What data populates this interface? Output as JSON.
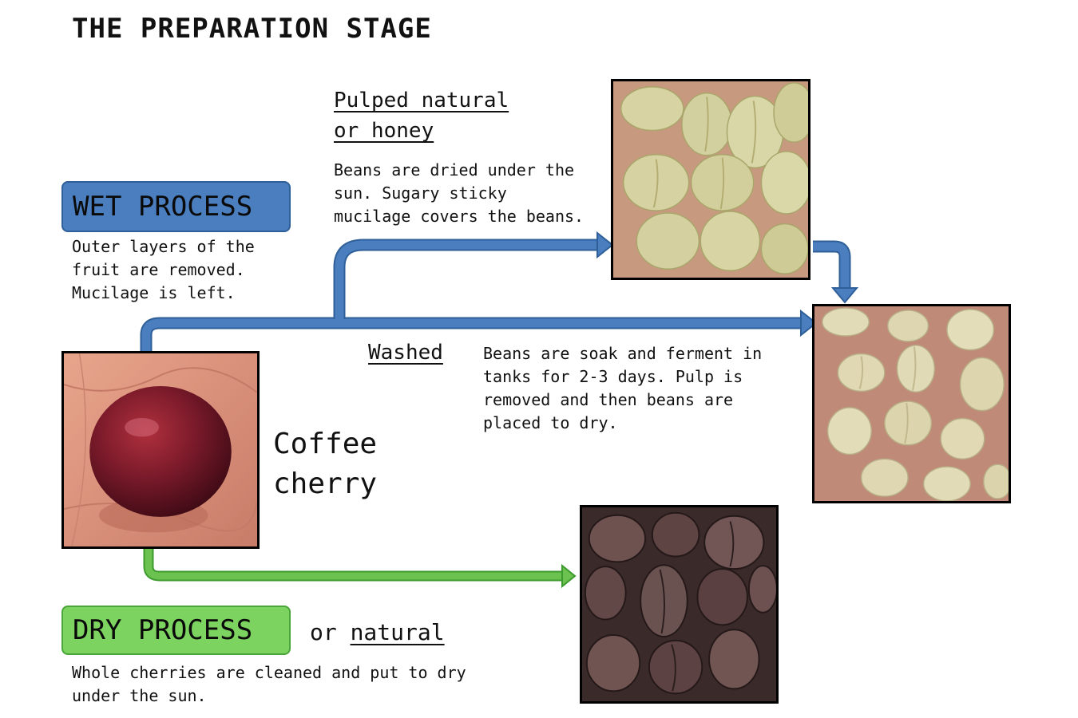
{
  "title": "THE PREPARATION STAGE",
  "wet_process": {
    "label": "WET PROCESS",
    "description": "Outer layers of the\nfruit are removed.\nMucilage is left.",
    "color": "#4a7ebf"
  },
  "dry_process": {
    "label": "DRY PROCESS",
    "or_text": "or",
    "alt_name": "natural",
    "description": "Whole cherries are cleaned and put to dry\nunder the sun.",
    "color": "#7dd35f"
  },
  "pulped_natural": {
    "heading": "Pulped natural\nor honey",
    "description": "Beans are dried under the\nsun. Sugary sticky\nmucilage covers the beans."
  },
  "washed": {
    "heading": "Washed",
    "description": "Beans are soak and ferment in\ntanks for 2-3 days. Pulp is\nremoved and then beans are\nplaced to dry."
  },
  "coffee_cherry": {
    "label": "Coffee\ncherry"
  }
}
